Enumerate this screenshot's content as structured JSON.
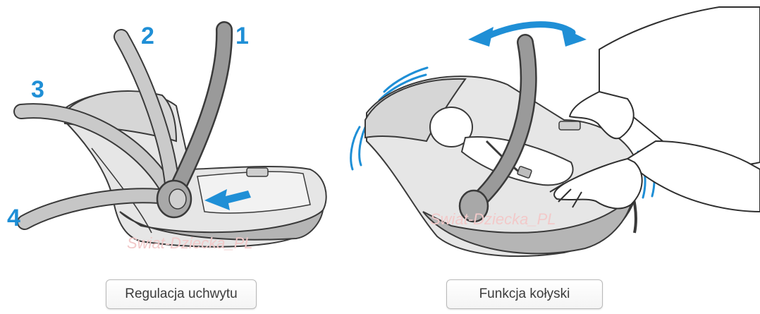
{
  "left_panel": {
    "handle_numbers": [
      "1",
      "2",
      "3",
      "4"
    ],
    "watermark": "Swiat-Dziecka_PL",
    "caption": "Regulacja uchwytu"
  },
  "right_panel": {
    "watermark": "Swiat-Dziecka_PL",
    "caption": "Funkcja kołyski"
  },
  "colors": {
    "accent_blue": "#1f8fd6",
    "shell_grey": "#c9c9c9",
    "handle_grey": "#bcbcbc",
    "handle_dark": "#8a8a8a",
    "outline": "#3a3a3a",
    "watermark": "#f2c9c9"
  }
}
